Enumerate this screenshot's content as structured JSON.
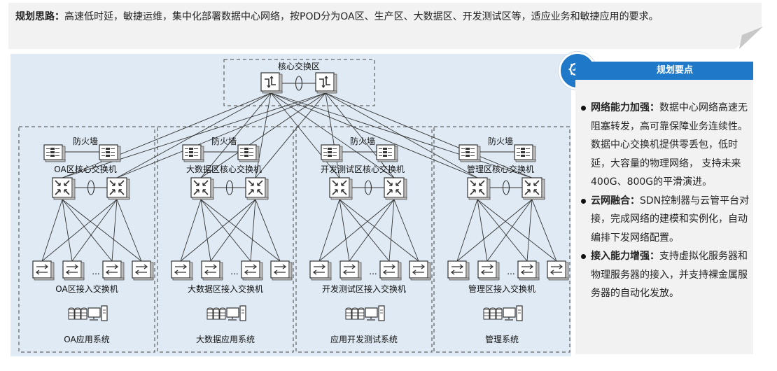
{
  "banner": {
    "label": "规划思路",
    "sep": "：",
    "text": "高速低时延，敏捷运维，集中化部署数据中心网络，按POD分为OA区、生产区、大数据区、开发测试区等，适应业务和敏捷应用的要求。"
  },
  "core": {
    "label": "核心交换区"
  },
  "pods": [
    {
      "firewall": "防火墙",
      "core_switch": "OA区核心交换机",
      "access_switch": "OA区接入交换机",
      "system": "OA应用系统"
    },
    {
      "firewall": "防火墙",
      "core_switch": "大数据区核心交换机",
      "access_switch": "大数据区接入交换机",
      "system": "大数据应用系统"
    },
    {
      "firewall": "防火墙",
      "core_switch": "开发测试区核心交换机",
      "access_switch": "开发测试区接入交换机",
      "system": "应用开发测试系统"
    },
    {
      "firewall": "防火墙",
      "core_switch": "管理区核心交换机",
      "access_switch": "管理区接入交换机",
      "system": "管理系统"
    }
  ],
  "ellipsis": "...",
  "panel": {
    "title": "规划要点",
    "icon": "gear-search-icon",
    "points": [
      {
        "title": "网络能力加强",
        "sep": "：",
        "text": "数据中心网络高速无阻塞转发，高可靠保障业务连续性。数据中心交换机提供零丢包，低时延，大容量的物理网络，  支持未来400G、800G的平滑演进。"
      },
      {
        "title": "云网融合",
        "sep": "：",
        "text": "SDN控制器与云管平台对接，完成网络的建模和实例化，自动编排下发网络配置。"
      },
      {
        "title": "接入能力增强",
        "sep": "：",
        "text": "支持虚拟化服务器和物理服务器的接入，并支持裸金属服务器的自动化发放。"
      }
    ]
  },
  "colors": {
    "accent": "#1f78c8",
    "diagram_bg": "#dfeaf4",
    "panel_bg": "#f2f2f2",
    "banner_bg": "#f2f2f2"
  }
}
